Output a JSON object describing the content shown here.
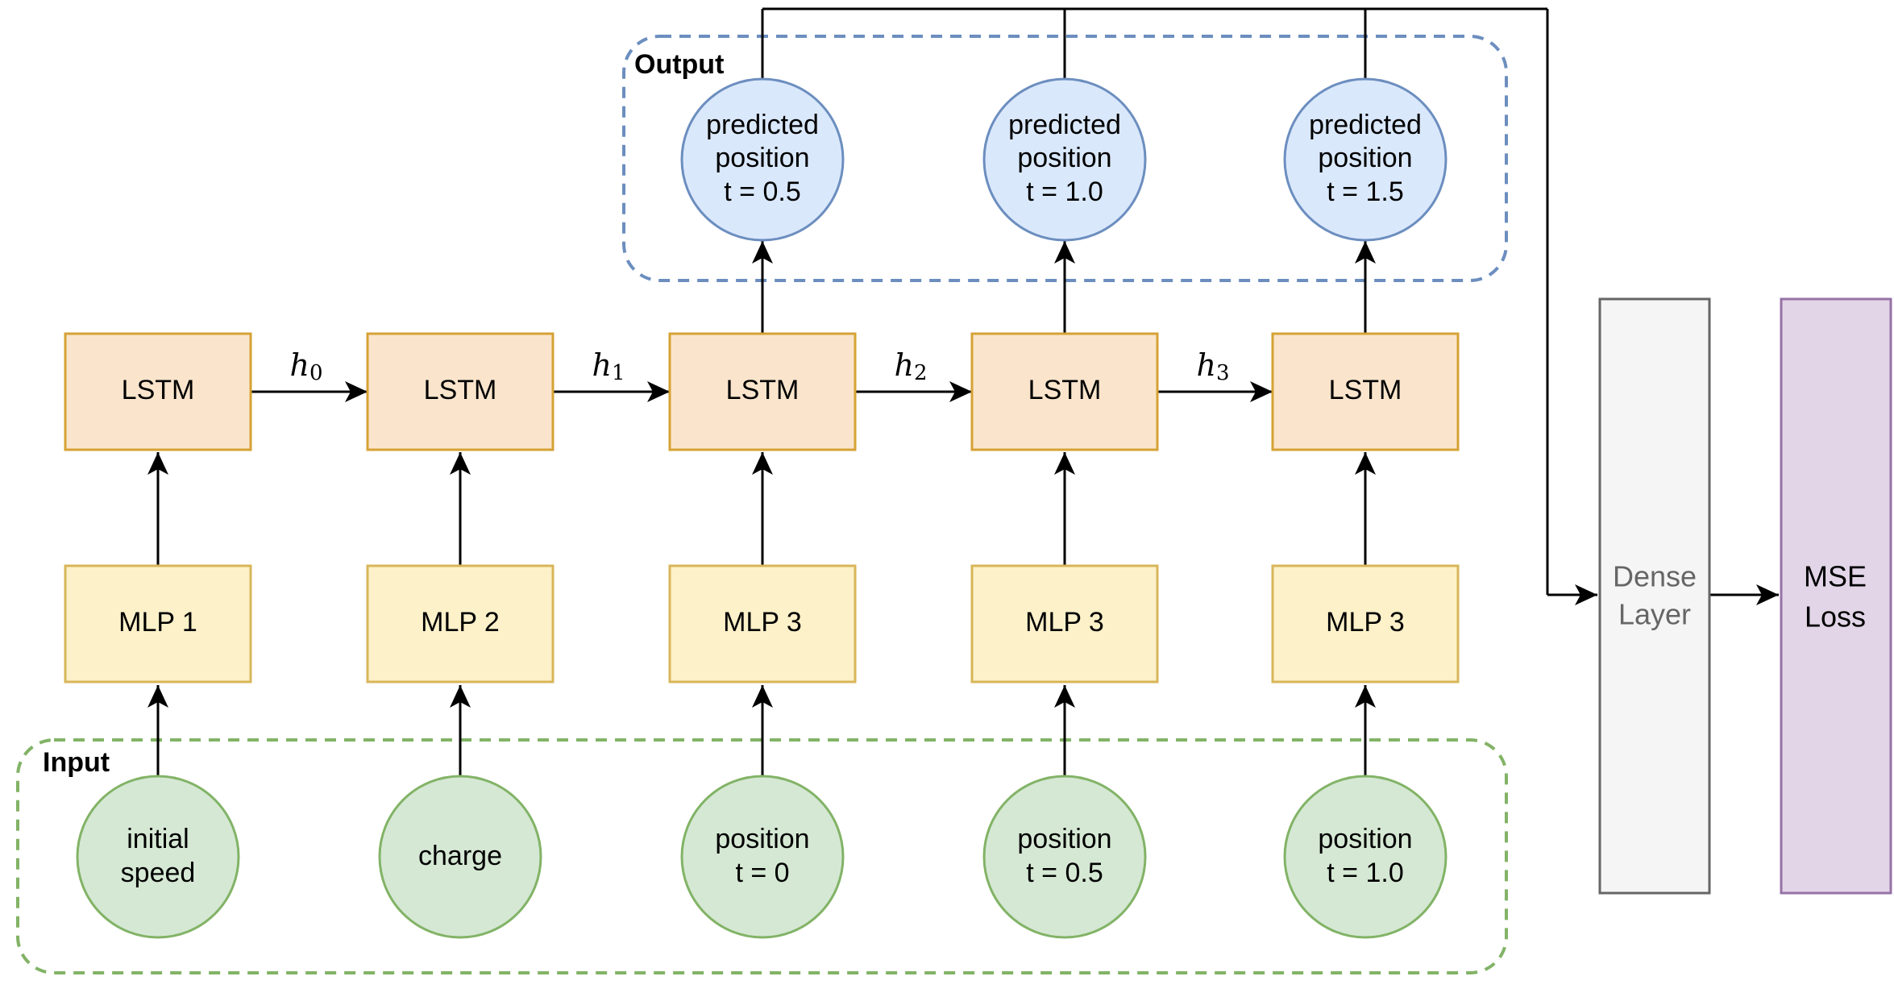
{
  "groups": {
    "output_label": "Output",
    "input_label": "Input"
  },
  "outputs": [
    {
      "line1": "predicted",
      "line2": "position",
      "line3": "t = 0.5"
    },
    {
      "line1": "predicted",
      "line2": "position",
      "line3": "t = 1.0"
    },
    {
      "line1": "predicted",
      "line2": "position",
      "line3": "t = 1.5"
    }
  ],
  "lstm": [
    "LSTM",
    "LSTM",
    "LSTM",
    "LSTM",
    "LSTM"
  ],
  "hidden": [
    {
      "base": "h",
      "sub": "0"
    },
    {
      "base": "h",
      "sub": "1"
    },
    {
      "base": "h",
      "sub": "2"
    },
    {
      "base": "h",
      "sub": "3"
    }
  ],
  "mlp": [
    "MLP 1",
    "MLP 2",
    "MLP 3",
    "MLP 3",
    "MLP 3"
  ],
  "inputs": [
    {
      "line1": "initial",
      "line2": "speed"
    },
    {
      "line1": "charge"
    },
    {
      "line1": "position",
      "line2": "t = 0"
    },
    {
      "line1": "position",
      "line2": "t = 0.5"
    },
    {
      "line1": "position",
      "line2": "t = 1.0"
    }
  ],
  "dense": {
    "line1": "Dense",
    "line2": "Layer"
  },
  "loss": {
    "line1": "MSE",
    "line2": "Loss"
  },
  "colors": {
    "lstm_fill": "#fae5cc",
    "lstm_stroke": "#d6a235",
    "mlp_fill": "#fcf1c9",
    "mlp_stroke": "#d8b659",
    "output_fill": "#dae8fc",
    "output_stroke": "#6c8ebf",
    "input_fill": "#d5e8d4",
    "input_stroke": "#82b366",
    "dense_fill": "#f5f5f5",
    "dense_stroke": "#666666",
    "loss_fill": "#e1d5e7",
    "loss_stroke": "#9673a6"
  }
}
